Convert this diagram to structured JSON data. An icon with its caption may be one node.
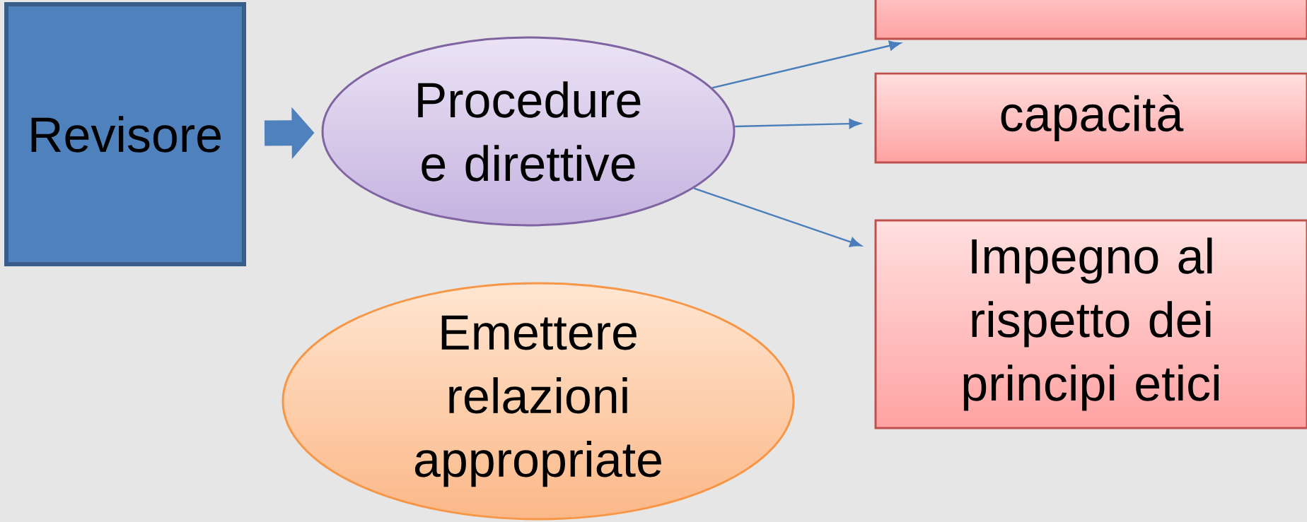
{
  "diagram": {
    "nodes": [
      {
        "text": [
          "Revisore"
        ]
      },
      {
        "text": [
          "Procedure e direttive"
        ]
      },
      {
        "text": [],
        "shape": "box"
      },
      {
        "text": [
          "capacità"
        ]
      },
      {
        "text": [
          "Impegno al rispetto dei principi etici"
        ]
      },
      {
        "text": [
          "Emettere relazioni appropriate"
        ]
      }
    ],
    "edges": [
      {
        "from": 0,
        "to": 1,
        "arrow": "to",
        "style": "thick"
      },
      {
        "from": 1,
        "to": 2,
        "arrow": "to"
      },
      {
        "from": 1,
        "to": 3,
        "arrow": "to"
      },
      {
        "from": 1,
        "to": 4,
        "arrow": "to"
      }
    ]
  }
}
